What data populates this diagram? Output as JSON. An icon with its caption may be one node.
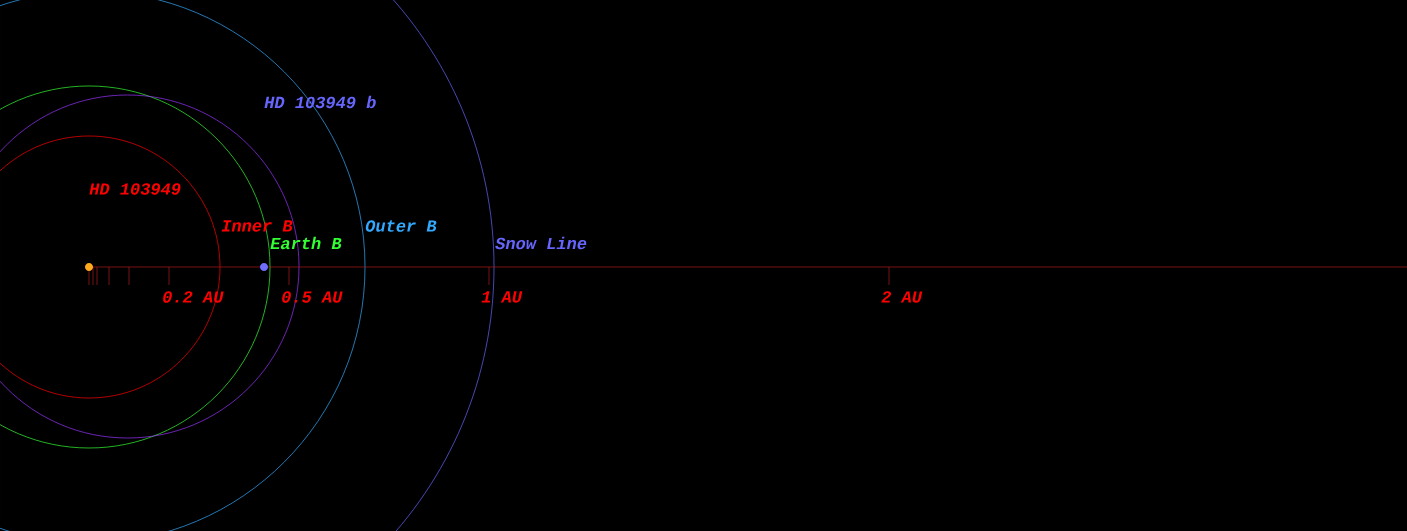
{
  "diagram": {
    "labels": [
      "HD 103949 b",
      "HD 103949",
      "Inner B",
      "Outer B",
      "Earth B",
      "Snow Line",
      "0.2 AU",
      "0.5 AU",
      "1 AU",
      "2 AU"
    ]
  }
}
